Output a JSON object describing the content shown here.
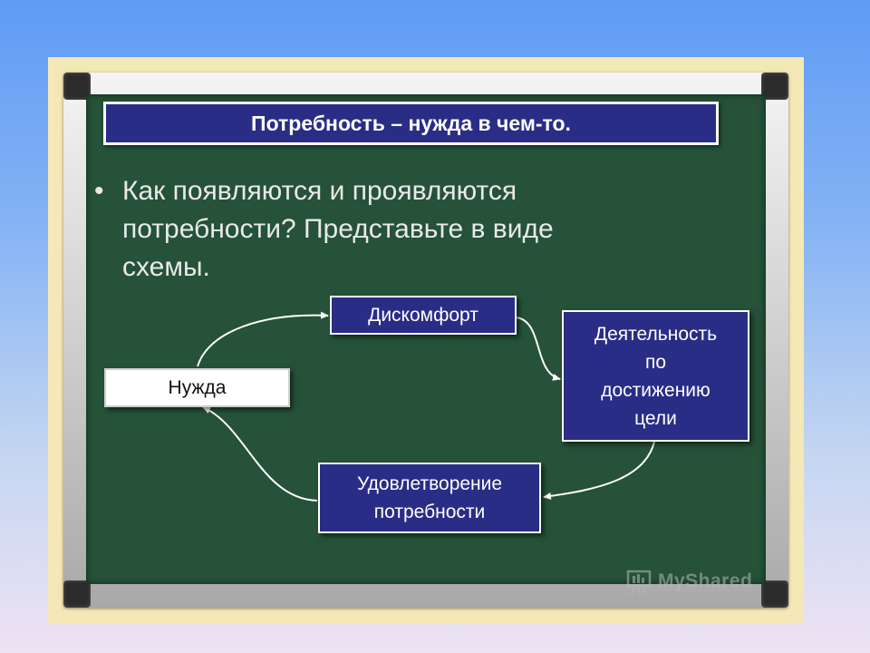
{
  "slide": {
    "title": "Потребность – нужда в чем-то.",
    "bullet_symbol": "•",
    "question_lines": [
      "Как появляются и проявляются",
      "потребности? Представьте в виде",
      "схемы."
    ]
  },
  "diagram": {
    "nodes": {
      "need": "Нужда",
      "discomfort": "Дискомфорт",
      "activity": [
        "Деятельность",
        "по",
        "достижению",
        "цели"
      ],
      "satisfaction": [
        "Удовлетворение",
        "потребности"
      ]
    }
  },
  "watermark": {
    "text": "MyShared"
  },
  "colors": {
    "board": "#255238",
    "box_fill": "#2a2d86",
    "box_border": "#ffffff",
    "frame": "#c9c9c9",
    "background_top": "#5f9bf5",
    "background_bottom": "#eee3f3"
  }
}
